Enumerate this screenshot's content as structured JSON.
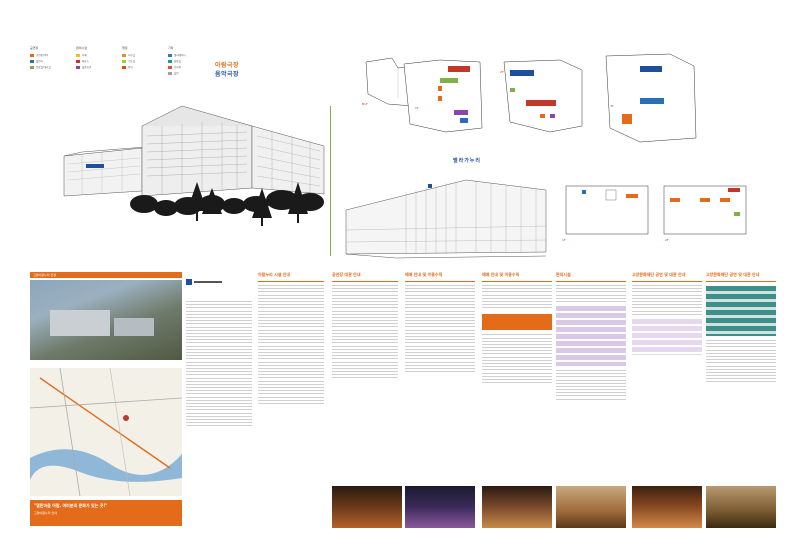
{
  "top": {
    "label_arts_1": "아람극장",
    "label_arts_2": "음악극장",
    "label_aram_nuri": "벨라가누리",
    "floor_labels": [
      "B1F",
      "1F",
      "2F",
      "3F",
      "1F",
      "2F"
    ],
    "legend": [
      {
        "heading": "공연장",
        "items": [
          {
            "color": "#e36b1a",
            "text": "공연장/객석"
          },
          {
            "color": "#2a6fb3",
            "text": "출연자"
          },
          {
            "color": "#7fb04a",
            "text": "분장실/대기실"
          }
        ]
      },
      {
        "heading": "편의시설",
        "items": [
          {
            "color": "#e9c31b",
            "text": "카페"
          },
          {
            "color": "#c0392b",
            "text": "매표소"
          },
          {
            "color": "#8e44ad",
            "text": "물품보관"
          }
        ]
      },
      {
        "heading": "행정",
        "items": [
          {
            "color": "#f08a24",
            "text": "사무실"
          },
          {
            "color": "#a3c940",
            "text": "수유실"
          },
          {
            "color": "#d35400",
            "text": "안내"
          }
        ]
      },
      {
        "heading": "기타",
        "items": [
          {
            "color": "#2980b9",
            "text": "엘리베이터"
          },
          {
            "color": "#16a085",
            "text": "화장실"
          },
          {
            "color": "#e74c3c",
            "text": "주차장"
          },
          {
            "color": "#95a5a6",
            "text": "흡연"
          }
        ]
      }
    ]
  },
  "bottom": {
    "header_strip": "고양아람누리 전경",
    "cover_quote": "\"열린마음 아람, 여러분의 문화가 있는 곳!\"",
    "cover_sub": "고양아람누리 안내",
    "p2_title": "아람누리 시설 안내",
    "p3_title": "공연장 대관 안내",
    "p4_title": "예매 안내 및 이용수칙",
    "p5_title": "예매 안내 및 이용수칙",
    "p6_title": "편의시설",
    "p7_title": "고양문화재단 공연 및 대관 안내",
    "p8_title": "고양문화재단 공연 및 대관 안내"
  }
}
